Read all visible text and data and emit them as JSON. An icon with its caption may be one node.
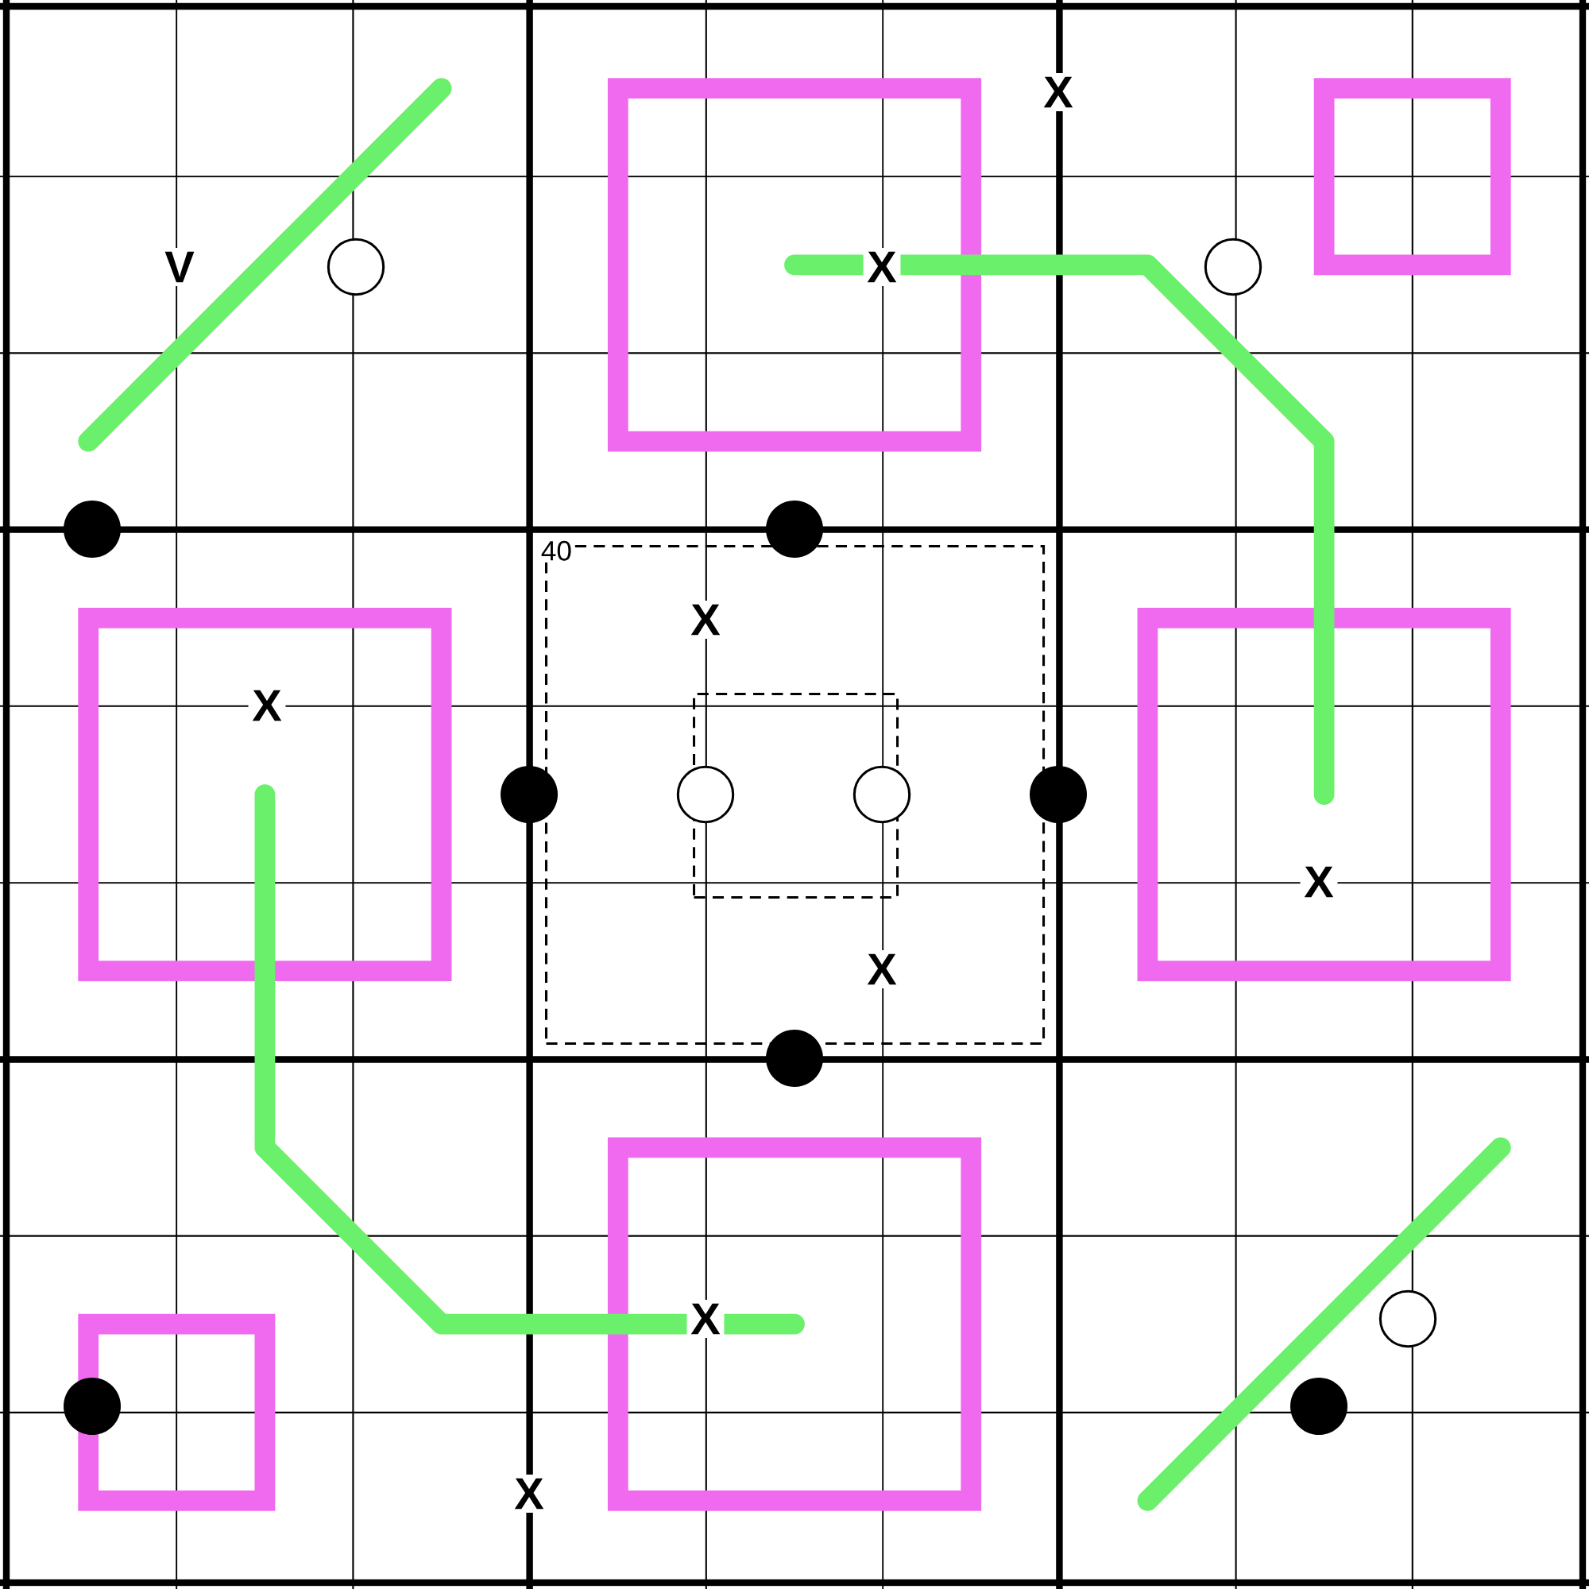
{
  "diagram": {
    "nodes": [
      {
        "text": [
          "40"
        ]
      },
      {
        "text": [],
        "shape": "box",
        "in": 0
      }
    ],
    "labels": [
      "X",
      "V",
      "X",
      "X",
      "X",
      "X",
      "X",
      "X",
      "X"
    ]
  }
}
